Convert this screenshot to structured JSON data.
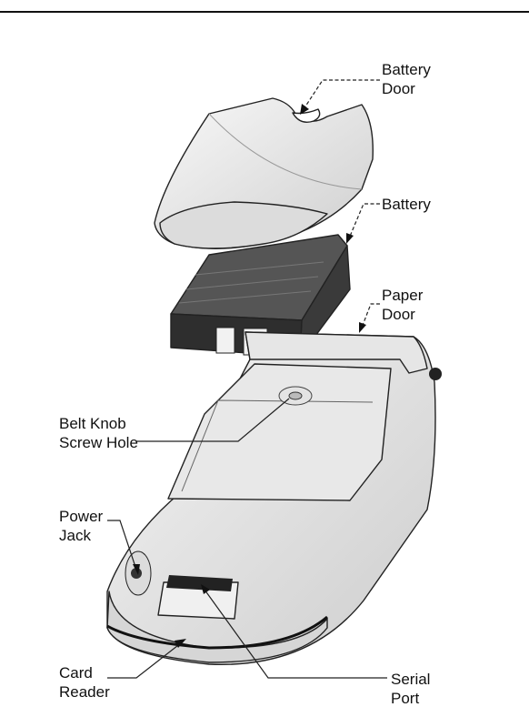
{
  "labels": {
    "battery_door": [
      "Battery",
      "Door"
    ],
    "battery": [
      "Battery"
    ],
    "paper_door": [
      "Paper",
      "Door"
    ],
    "belt_knob_screw_hole": [
      "Belt Knob",
      "Screw Hole"
    ],
    "power_jack": [
      "Power",
      "Jack"
    ],
    "card_reader": [
      "Card",
      "Reader"
    ],
    "serial_port": [
      "Serial",
      "Port"
    ]
  },
  "colors": {
    "outline": "#222222",
    "shell_light": "#eeeeee",
    "shell_mid": "#d8d8d8",
    "battery_dark": "#3a3a3a",
    "battery_cell": "#f2f2f2"
  }
}
